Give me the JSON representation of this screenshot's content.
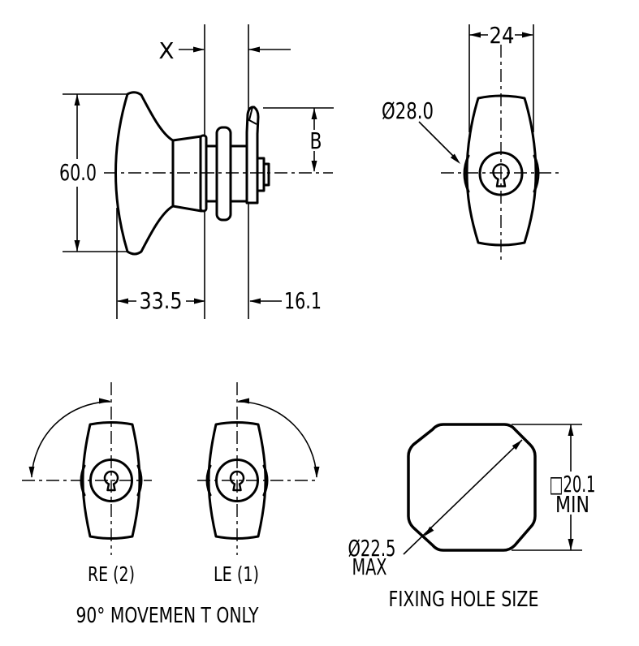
{
  "drawing": {
    "title": "T-handle cam lock technical drawing",
    "colors": {
      "line": "#000000",
      "background": "#ffffff"
    },
    "side_view": {
      "dim_x": "X",
      "dim_height": "60.0",
      "dim_b": "B",
      "dim_handle_depth": "33.5",
      "dim_rear_depth": "16.1"
    },
    "front_view": {
      "dim_width": "24",
      "dim_boss_diameter": "Ø28.0"
    },
    "movement_view": {
      "right_hand_label": "RE (2)",
      "left_hand_label": "LE (1)",
      "caption": "90° MOVEMEN T ONLY"
    },
    "fixing_hole_view": {
      "dim_diameter": "Ø22.5",
      "dim_diameter_qualifier": "MAX",
      "dim_square": "□20.1",
      "dim_square_qualifier": "MIN",
      "caption": "FIXING HOLE SIZE"
    }
  }
}
